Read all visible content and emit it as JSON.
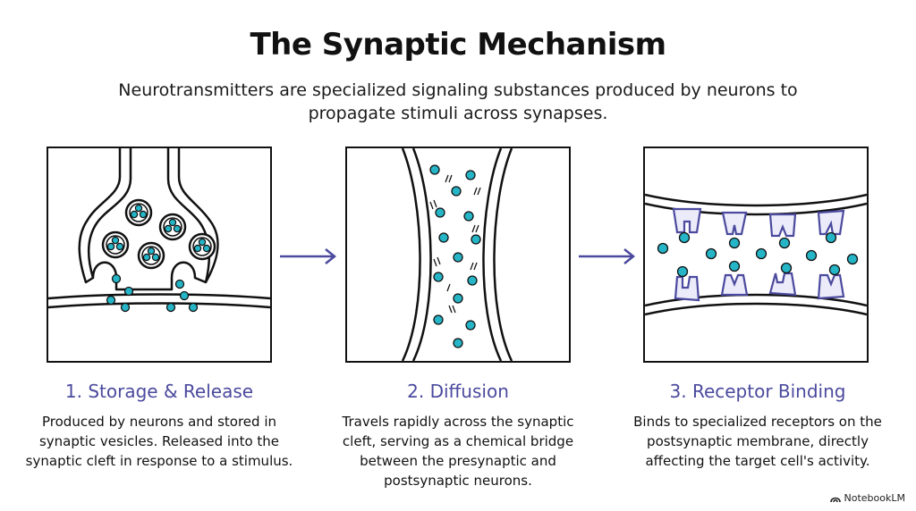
{
  "header": {
    "title": "The Synaptic Mechanism",
    "subtitle": "Neurotransmitters are specialized signaling substances produced by neurons to propagate stimuli across synapses."
  },
  "steps": [
    {
      "title": "1. Storage & Release",
      "description": "Produced by neurons and stored in synaptic vesicles. Released into the synaptic cleft in response to a stimulus."
    },
    {
      "title": "2. Diffusion",
      "description": "Travels rapidly across the synaptic cleft, serving as a chemical bridge between the presynaptic and postsynaptic neurons."
    },
    {
      "title": "3. Receptor Binding",
      "description": "Binds to specialized receptors on the postsynaptic membrane, directly affecting the target cell's activity."
    }
  ],
  "branding": {
    "label": "NotebookLM"
  },
  "colors": {
    "accent": "#4b4a9e",
    "molecule": "#25b5c7",
    "stroke": "#111111"
  }
}
